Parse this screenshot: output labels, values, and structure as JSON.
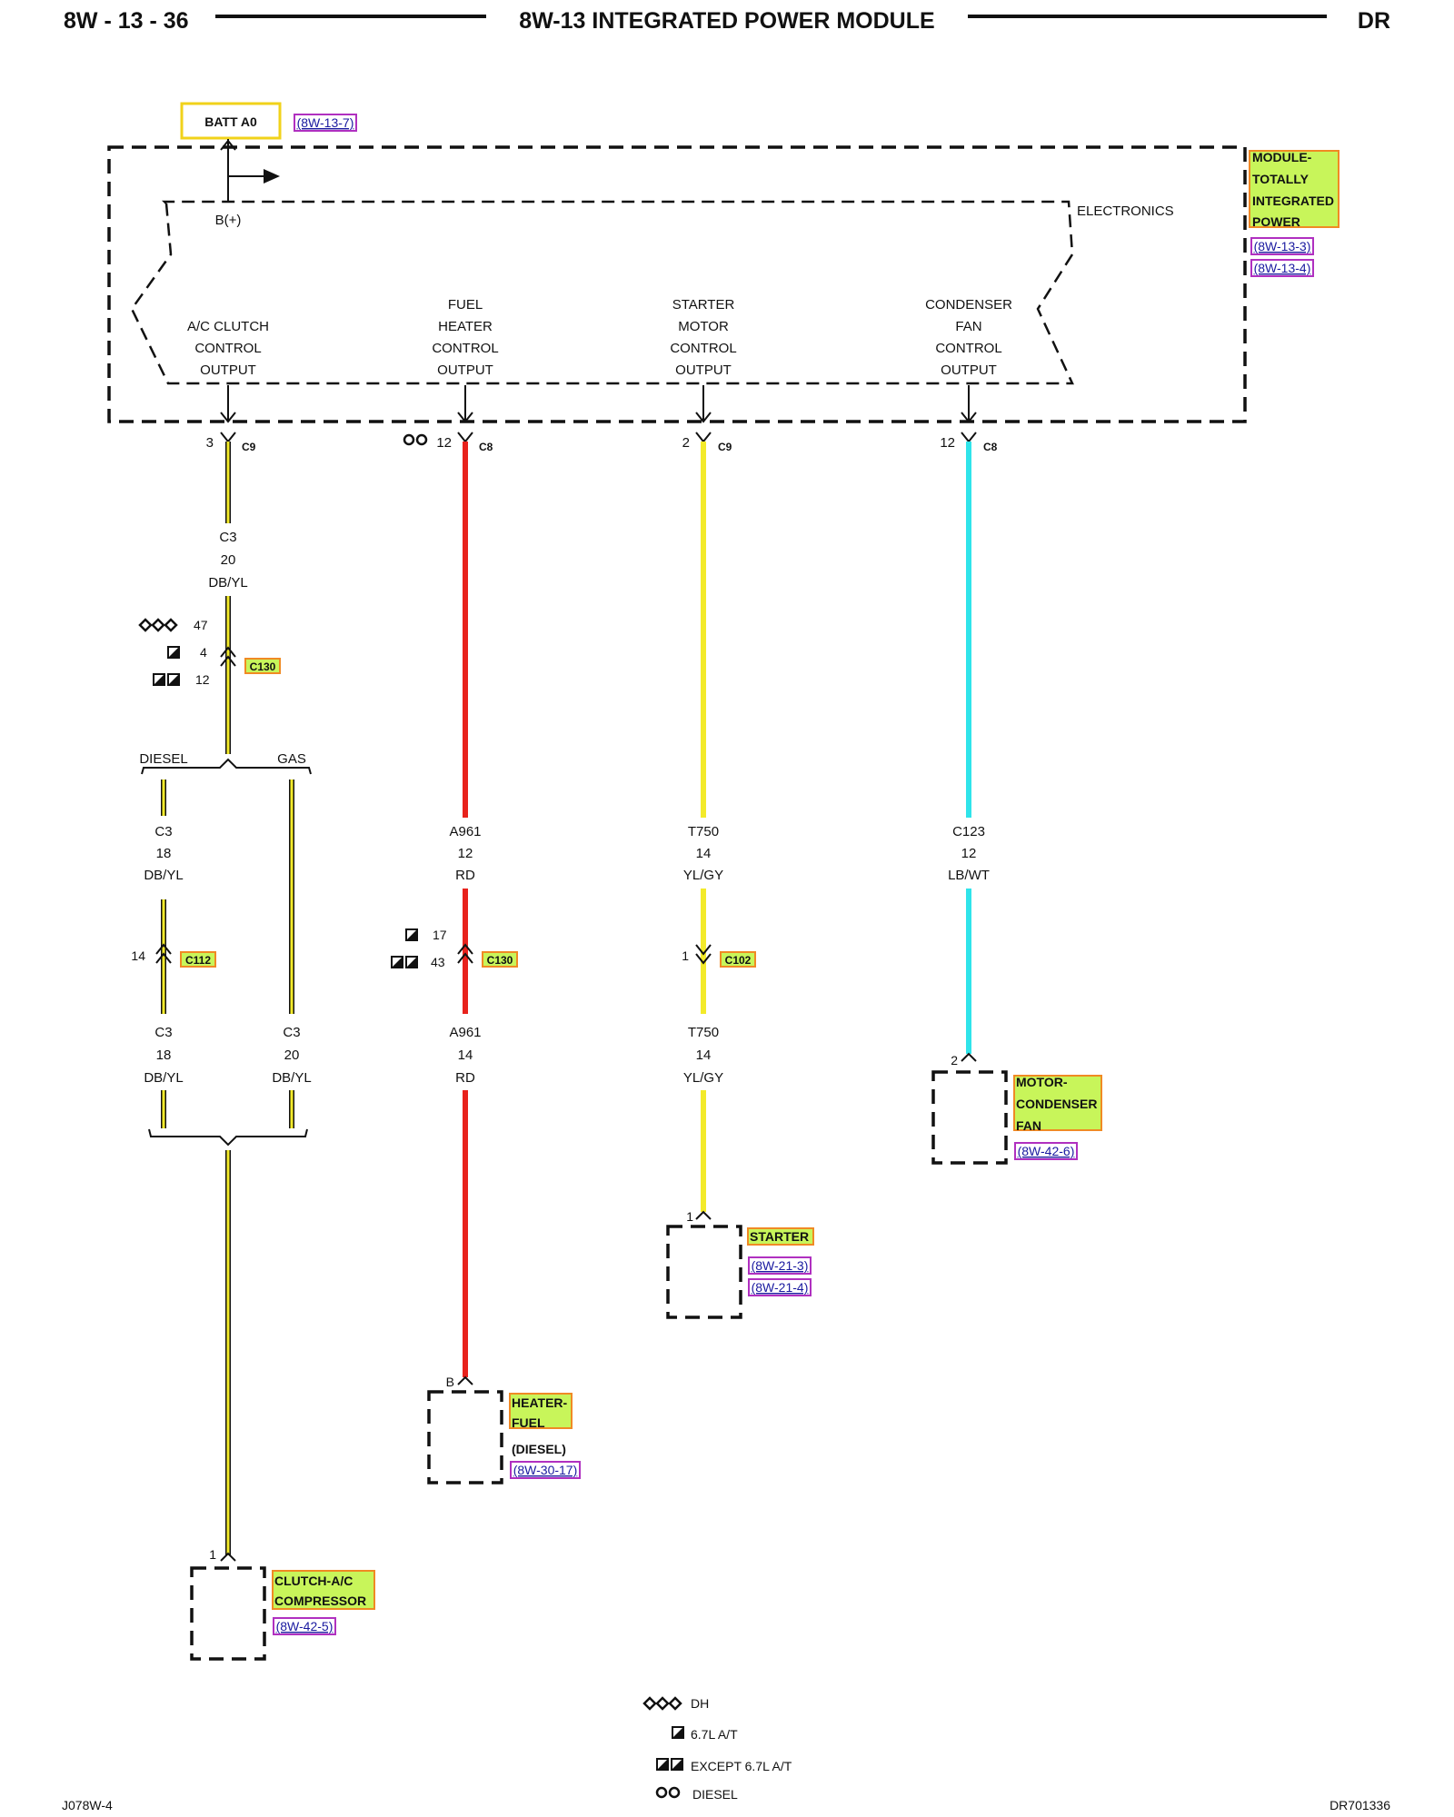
{
  "header": {
    "page": "8W - 13 - 36",
    "title": "8W-13 INTEGRATED POWER MODULE",
    "code": "DR"
  },
  "battery": {
    "label": "BATT A0",
    "ref": "(8W-13-7)"
  },
  "module": {
    "name_lines": [
      "MODULE-",
      "TOTALLY",
      "INTEGRATED",
      "POWER"
    ],
    "refs": [
      "(8W-13-3)",
      "(8W-13-4)"
    ],
    "electronics": "ELECTRONICS",
    "bplus": "B(+)",
    "outputs": [
      {
        "lines": [
          "A/C CLUTCH",
          "CONTROL",
          "OUTPUT"
        ]
      },
      {
        "lines": [
          "FUEL",
          "HEATER",
          "CONTROL",
          "OUTPUT"
        ]
      },
      {
        "lines": [
          "STARTER",
          "MOTOR",
          "CONTROL",
          "OUTPUT"
        ]
      },
      {
        "lines": [
          "CONDENSER",
          "FAN",
          "CONTROL",
          "OUTPUT"
        ]
      }
    ]
  },
  "circuits": {
    "ac": {
      "pin": "3",
      "conn": "C9",
      "wire": [
        "C3",
        "20",
        "DB/YL"
      ],
      "c130": {
        "name": "C130",
        "pins": [
          "47",
          "4",
          "12"
        ]
      },
      "split": {
        "left": "DIESEL",
        "right": "GAS"
      },
      "diesel_wire1": [
        "C3",
        "18",
        "DB/YL"
      ],
      "c112": {
        "name": "C112",
        "pin": "14"
      },
      "diesel_wire2": [
        "C3",
        "18",
        "DB/YL"
      ],
      "gas_wire": [
        "C3",
        "20",
        "DB/YL"
      ],
      "end_pin": "1",
      "component": {
        "lines": [
          "CLUTCH-A/C",
          "COMPRESSOR"
        ],
        "ref": "(8W-42-5)"
      }
    },
    "fuel": {
      "pin": "12",
      "conn": "C8",
      "wire1": [
        "A961",
        "12",
        "RD"
      ],
      "c130": {
        "name": "C130",
        "pins": [
          "17",
          "43"
        ]
      },
      "wire2": [
        "A961",
        "14",
        "RD"
      ],
      "end_pin": "B",
      "component": {
        "lines": [
          "HEATER-",
          "FUEL",
          "(DIESEL)"
        ],
        "ref": "(8W-30-17)"
      }
    },
    "starter": {
      "pin": "2",
      "conn": "C9",
      "wire1": [
        "T750",
        "14",
        "YL/GY"
      ],
      "c102": {
        "name": "C102",
        "pin": "1"
      },
      "wire2": [
        "T750",
        "14",
        "YL/GY"
      ],
      "end_pin": "1",
      "component": {
        "lines": [
          "STARTER"
        ],
        "refs": [
          "(8W-21-3)",
          "(8W-21-4)"
        ]
      }
    },
    "fan": {
      "pin": "12",
      "conn": "C8",
      "wire": [
        "C123",
        "12",
        "LB/WT"
      ],
      "end_pin": "2",
      "component": {
        "lines": [
          "MOTOR-",
          "CONDENSER",
          "FAN"
        ],
        "ref": "(8W-42-6)"
      }
    }
  },
  "legend": [
    {
      "symbol": "diamonds",
      "label": "DH"
    },
    {
      "symbol": "half-square",
      "label": "6.7L A/T"
    },
    {
      "symbol": "two-half-squares",
      "label": "EXCEPT 6.7L A/T"
    },
    {
      "symbol": "two-circles",
      "label": "DIESEL"
    }
  ],
  "footer": {
    "left": "J078W-4",
    "right": "DR701336"
  },
  "colors": {
    "wire_ac": "#f3ea2a",
    "wire_fuel": "#e8221c",
    "wire_starter": "#f3ea2a",
    "wire_fan": "#2fe4ea",
    "label_fill": "#c8f55a",
    "label_border": "#f08a24",
    "ref_border": "#b030c0"
  }
}
